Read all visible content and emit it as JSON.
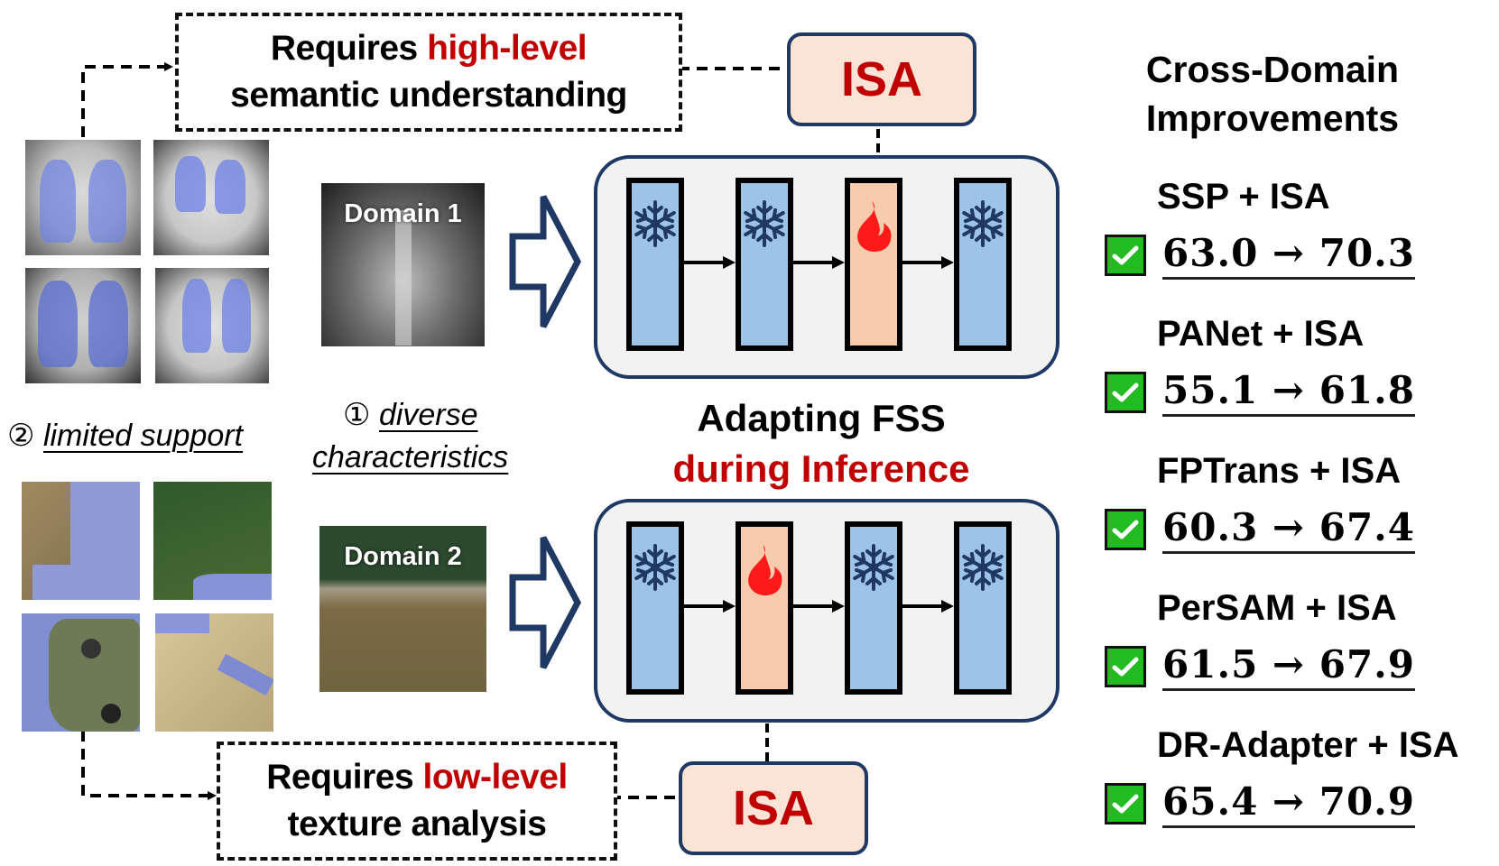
{
  "top_requirement": {
    "prefix": "Requires ",
    "highlight": "high-level",
    "line2": "semantic understanding"
  },
  "bottom_requirement": {
    "prefix": "Requires ",
    "highlight": "low-level",
    "line2": "texture analysis"
  },
  "isa_top": {
    "label": "ISA"
  },
  "isa_bottom": {
    "label": "ISA"
  },
  "domain1": {
    "label": "Domain 1"
  },
  "domain2": {
    "label": "Domain 2"
  },
  "captions": {
    "limited_support_num": "②",
    "limited_support": "limited support",
    "diverse_num": "①",
    "diverse": "diverse",
    "characteristics": "characteristics"
  },
  "center_title": {
    "line1": "Adapting FSS",
    "line2": "during Inference"
  },
  "pipeline_top": {
    "blocks": [
      "frozen",
      "frozen",
      "active",
      "frozen"
    ]
  },
  "pipeline_bottom": {
    "blocks": [
      "frozen",
      "active",
      "frozen",
      "frozen"
    ]
  },
  "results": {
    "title_line1": "Cross-Domain",
    "title_line2": "Improvements",
    "items": [
      {
        "name": "SSP + ISA",
        "score": "63.0 → 70.3"
      },
      {
        "name": "PANet + ISA",
        "score": "55.1 → 61.8"
      },
      {
        "name": "FPTrans + ISA",
        "score": "60.3 → 67.4"
      },
      {
        "name": "PerSAM + ISA",
        "score": "61.5 → 67.9"
      },
      {
        "name": "DR-Adapter + ISA",
        "score": "65.4 → 70.9"
      }
    ]
  },
  "colors": {
    "accent_red": "#c00000",
    "frozen_block": "#9dc3e6",
    "active_block": "#f8cbad",
    "isa_fill": "#fbe3d6",
    "navy": "#1f3864",
    "check_green": "#22bb22",
    "panel_bg": "#f2f2f2"
  }
}
